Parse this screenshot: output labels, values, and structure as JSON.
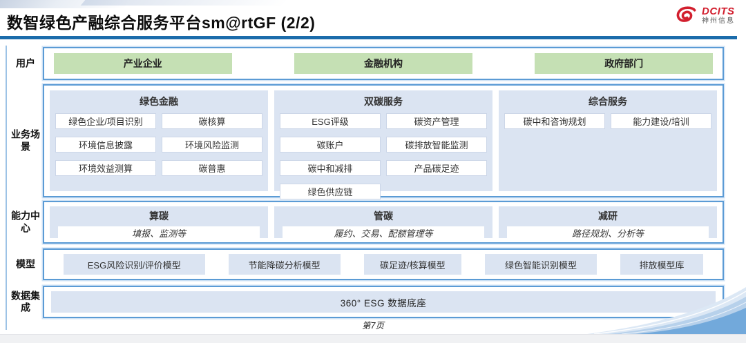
{
  "slide": {
    "title": "数智绿色产融综合服务平台sm@rtGF (2/2)",
    "page_footer": "第7页"
  },
  "logo": {
    "brand": "DCITS",
    "company": "神州信息"
  },
  "rows": {
    "users": {
      "label": "用户",
      "items": [
        "产业企业",
        "金融机构",
        "政府部门"
      ]
    },
    "scenarios": {
      "label": "业务场景",
      "groups": [
        {
          "title": "绿色金融",
          "items": [
            "绿色企业/项目识别",
            "碳核算",
            "环境信息披露",
            "环境风险监测",
            "环境效益测算",
            "碳普惠"
          ]
        },
        {
          "title": "双碳服务",
          "items": [
            "ESG评级",
            "碳资产管理",
            "碳账户",
            "碳排放智能监测",
            "碳中和减排",
            "产品碳足迹",
            "绿色供应链"
          ]
        },
        {
          "title": "综合服务",
          "items": [
            "碳中和咨询规划",
            "能力建设/培训"
          ]
        }
      ]
    },
    "capabilities": {
      "label": "能力中心",
      "groups": [
        {
          "title": "算碳",
          "desc": "填报、监测等"
        },
        {
          "title": "管碳",
          "desc": "履约、交易、配额管理等"
        },
        {
          "title": "减研",
          "desc": "路径规划、分析等"
        }
      ]
    },
    "models": {
      "label": "模型",
      "items": [
        "ESG风险识别/评价模型",
        "节能降碳分析模型",
        "碳足迹/核算模型",
        "绿色智能识别模型",
        "排放模型库"
      ]
    },
    "data_integration": {
      "label": "数据集成",
      "items": [
        "360° ESG 数据底座"
      ]
    }
  },
  "colors": {
    "accent_green": "#c5e0b4",
    "panel_blue": "#dbe4f2",
    "border_blue": "#5b9bd5",
    "divider_blue": "#1b6cab",
    "brand_red": "#d21f2e"
  }
}
